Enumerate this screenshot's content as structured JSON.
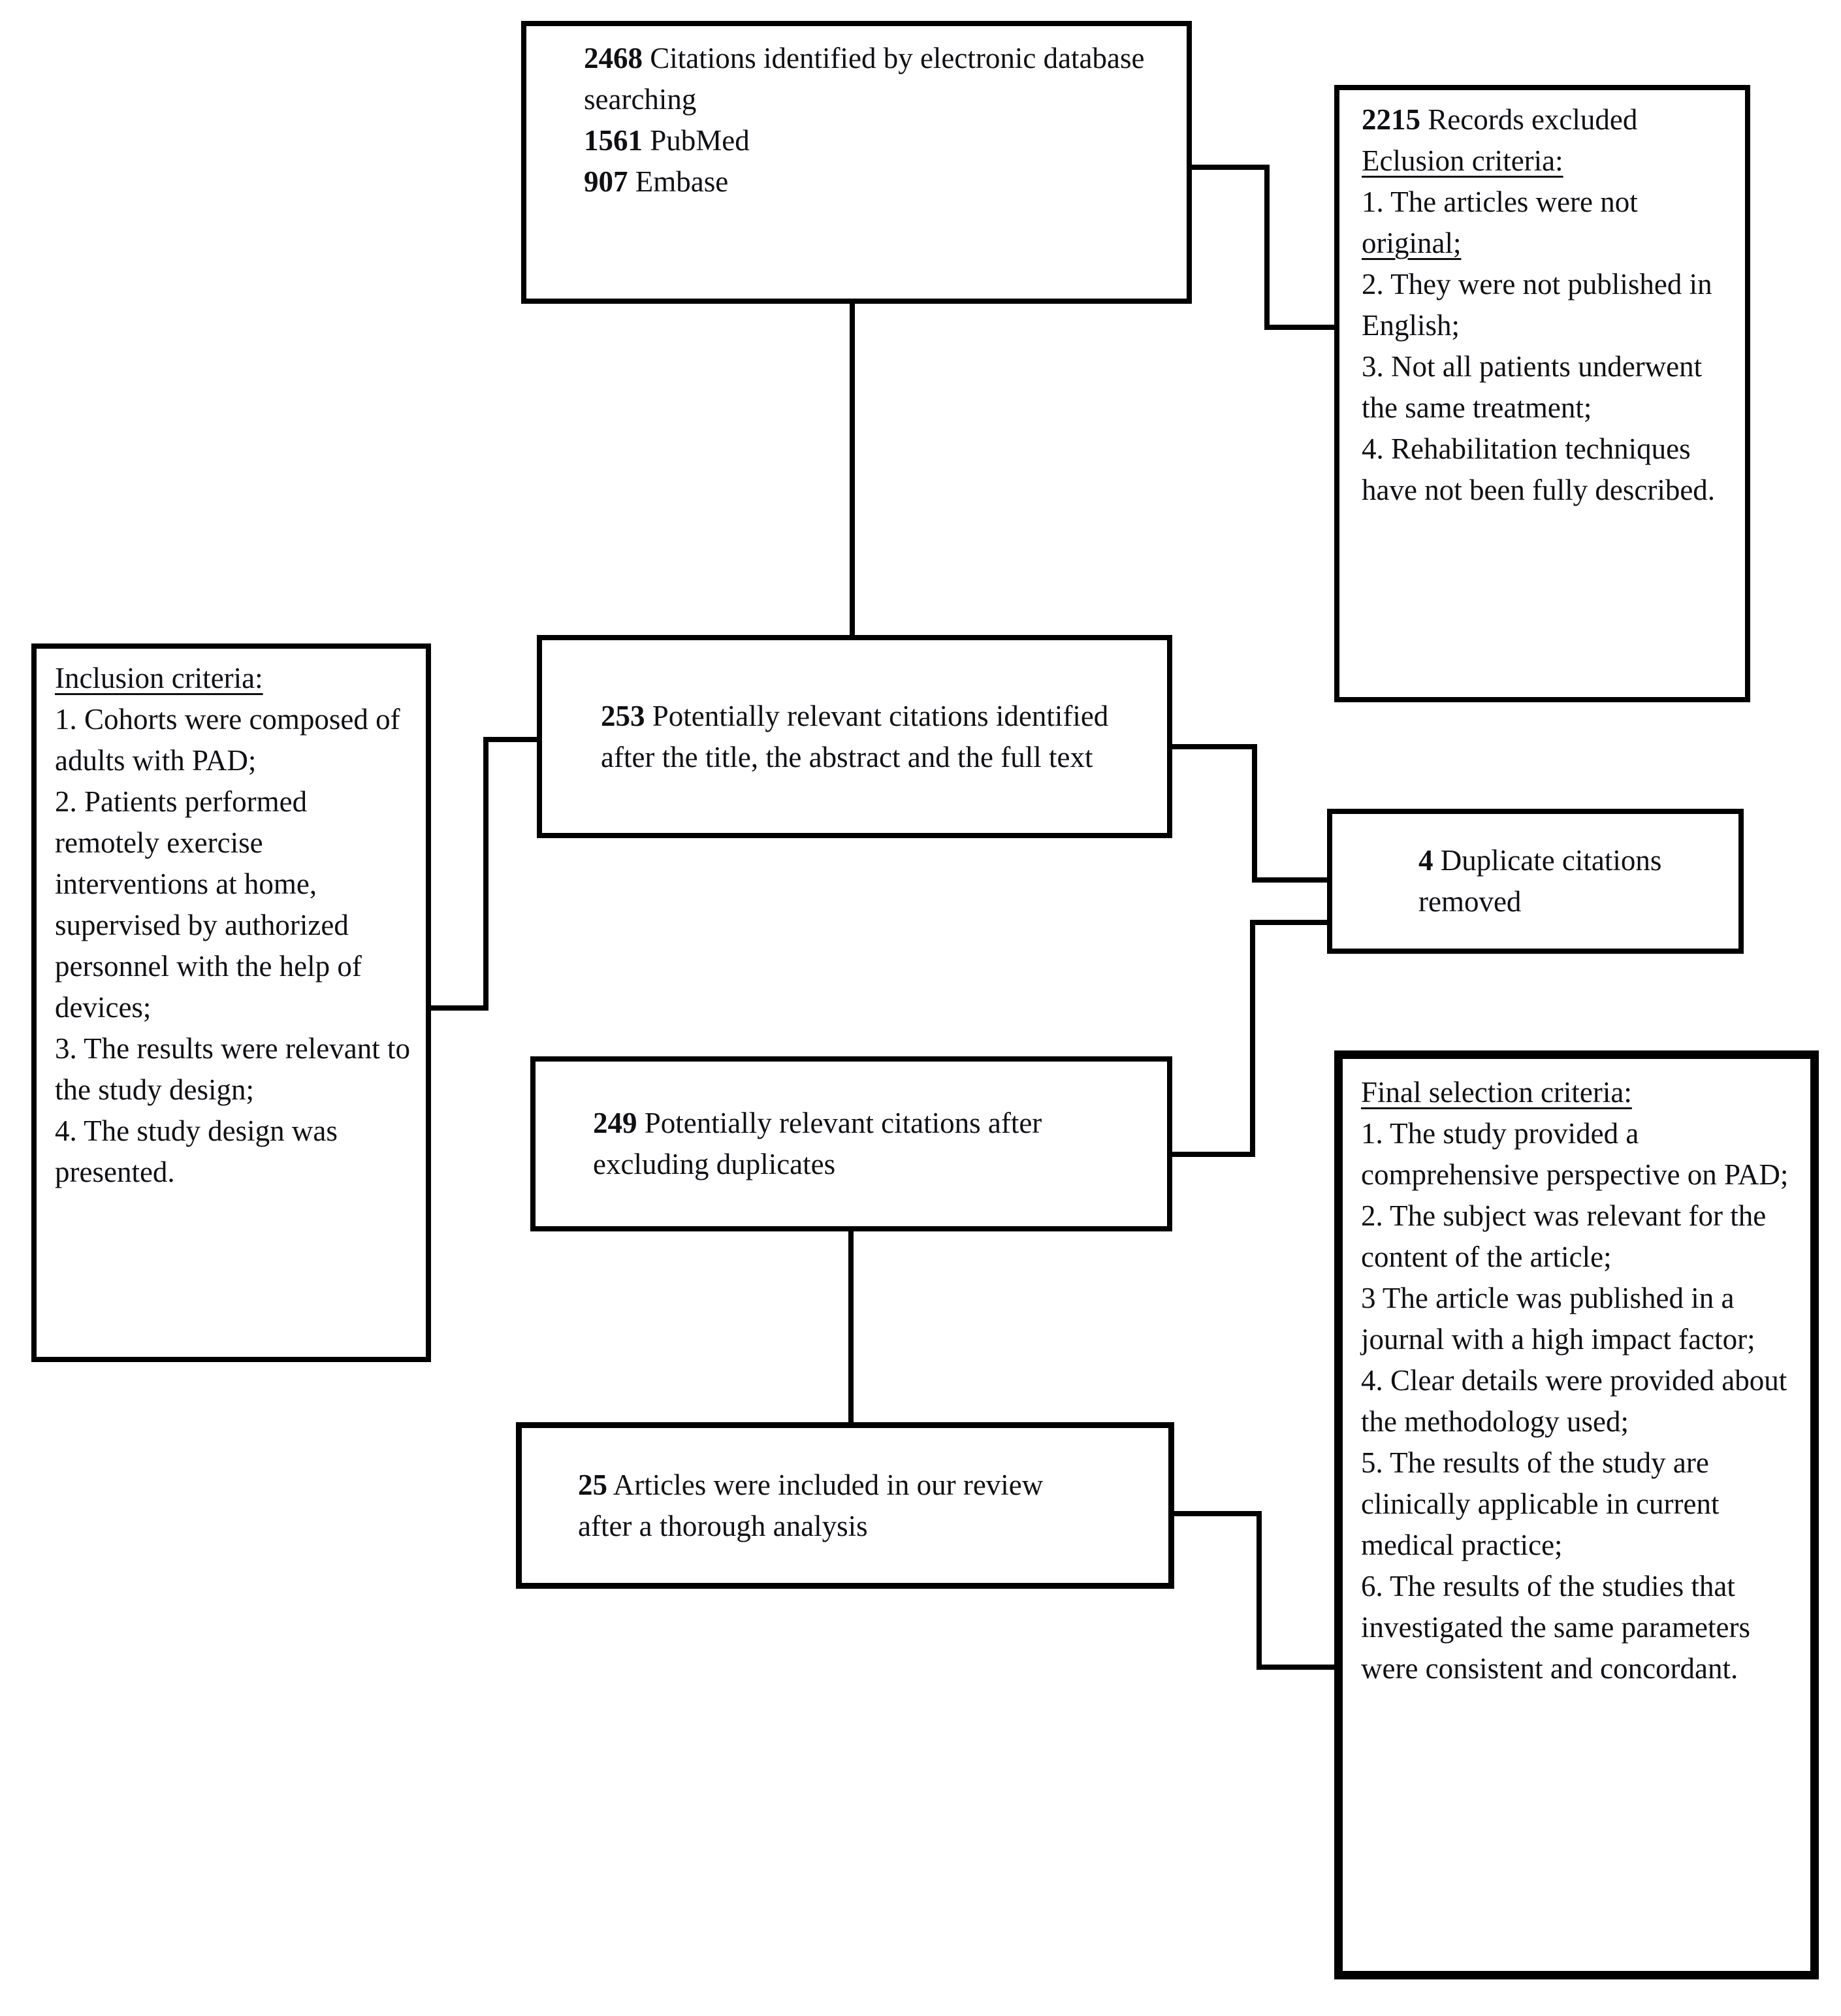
{
  "flowchart": {
    "identification": {
      "count": "2468",
      "label": "Citations identified by electronic database searching",
      "source1_count": "1561",
      "source1_label": "PubMed",
      "source2_count": "907",
      "source2_label": "Embase"
    },
    "excluded": {
      "count": "2215",
      "label": "Records excluded",
      "criteria_title": "Eclusion criteria:",
      "item1_prefix": "1. The articles were not",
      "item1_underlined": "original;",
      "items": [
        "2. They were not published in English;",
        "3. Not all patients underwent the same treatment;",
        "4. Rehabilitation techniques have not been fully described."
      ]
    },
    "inclusion": {
      "title": "Inclusion criteria:",
      "items": [
        "1. Cohorts were composed of adults with PAD;",
        "2. Patients performed remotely exercise interventions at home, supervised by authorized personnel with the help of devices;",
        "3. The results were relevant to the study design;",
        "4. The study design was presented."
      ]
    },
    "screened": {
      "count": "253",
      "label": "Potentially relevant citations identified after the title, the abstract and the full text"
    },
    "duplicates": {
      "count": "4",
      "label": "Duplicate citations removed"
    },
    "deduplicated": {
      "count": "249",
      "label": "Potentially relevant citations after excluding duplicates"
    },
    "included": {
      "count": "25",
      "label": "Articles were included in our review after a thorough analysis"
    },
    "final": {
      "title": "Final selection criteria:",
      "items": [
        "1. The study provided a comprehensive perspective on PAD;",
        "2. The subject was relevant for the content of the article;",
        "3 The article was published in a journal with a high impact factor;",
        "4. Clear details were provided about the methodology used;",
        "5. The results of the study are clinically applicable in current medical practice;",
        "6. The results of the studies that investigated the same parameters were consistent and concordant."
      ]
    }
  }
}
